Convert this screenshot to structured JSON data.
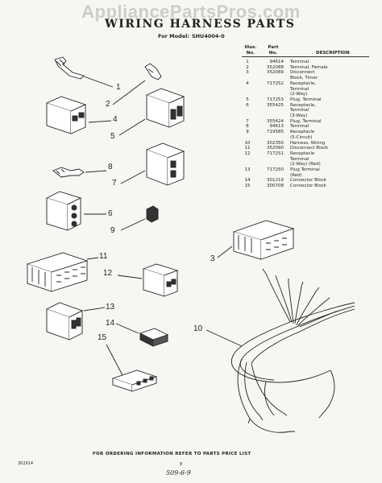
{
  "watermark": "AppliancePartsPros.com",
  "title": "WIRING HARNESS PARTS",
  "subtitle_label": "For Model:",
  "model": "SHU4004-0",
  "table": {
    "headers": {
      "illus": [
        "Illus.",
        "No."
      ],
      "part": [
        "Part",
        "No."
      ],
      "desc": "DESCRIPTION"
    },
    "rows": [
      {
        "n": "1",
        "p": "94614",
        "d": [
          "Terminal"
        ]
      },
      {
        "n": "2",
        "p": "352088",
        "d": [
          "Terminal, Female"
        ]
      },
      {
        "n": "3",
        "p": "352089",
        "d": [
          "Disconnect",
          "Block, Timer"
        ]
      },
      {
        "n": "4",
        "p": "717252",
        "d": [
          "Receptacle,",
          "Terminal",
          "(2-Way)"
        ]
      },
      {
        "n": "5",
        "p": "717253",
        "d": [
          "Plug, Terminal"
        ]
      },
      {
        "n": "6",
        "p": "355425",
        "d": [
          "Receptacle,",
          "Terminal",
          "(3-Way)"
        ]
      },
      {
        "n": "7",
        "p": "355424",
        "d": [
          "Plug, Terminal"
        ]
      },
      {
        "n": "8",
        "p": "94613",
        "d": [
          "Terminal"
        ]
      },
      {
        "n": "9",
        "p": "719585",
        "d": [
          "Receptacle",
          "(5-Circuit)"
        ]
      },
      {
        "n": "10",
        "p": "302350",
        "d": [
          "Harness, Wiring"
        ]
      },
      {
        "n": "11",
        "p": "352090",
        "d": [
          "Disconnect Block"
        ]
      },
      {
        "n": "12",
        "p": "717251",
        "d": [
          "Receptacle",
          "Terminal",
          "(2-Way) (Red)"
        ]
      },
      {
        "n": "13",
        "p": "717250",
        "d": [
          "Plug Terminal",
          "(Red)"
        ]
      },
      {
        "n": "14",
        "p": "301219",
        "d": [
          "Connector Block"
        ]
      },
      {
        "n": "15",
        "p": "300708",
        "d": [
          "Connector Block"
        ]
      }
    ]
  },
  "callouts": [
    "1",
    "2",
    "3",
    "4",
    "5",
    "6",
    "7",
    "8",
    "9",
    "10",
    "11",
    "12",
    "13",
    "14",
    "15"
  ],
  "footer": "FOR ORDERING INFORMATION REFER TO PARTS PRICE LIST",
  "page_id": "302914",
  "page_number": "8",
  "stamp": "509-6-9"
}
